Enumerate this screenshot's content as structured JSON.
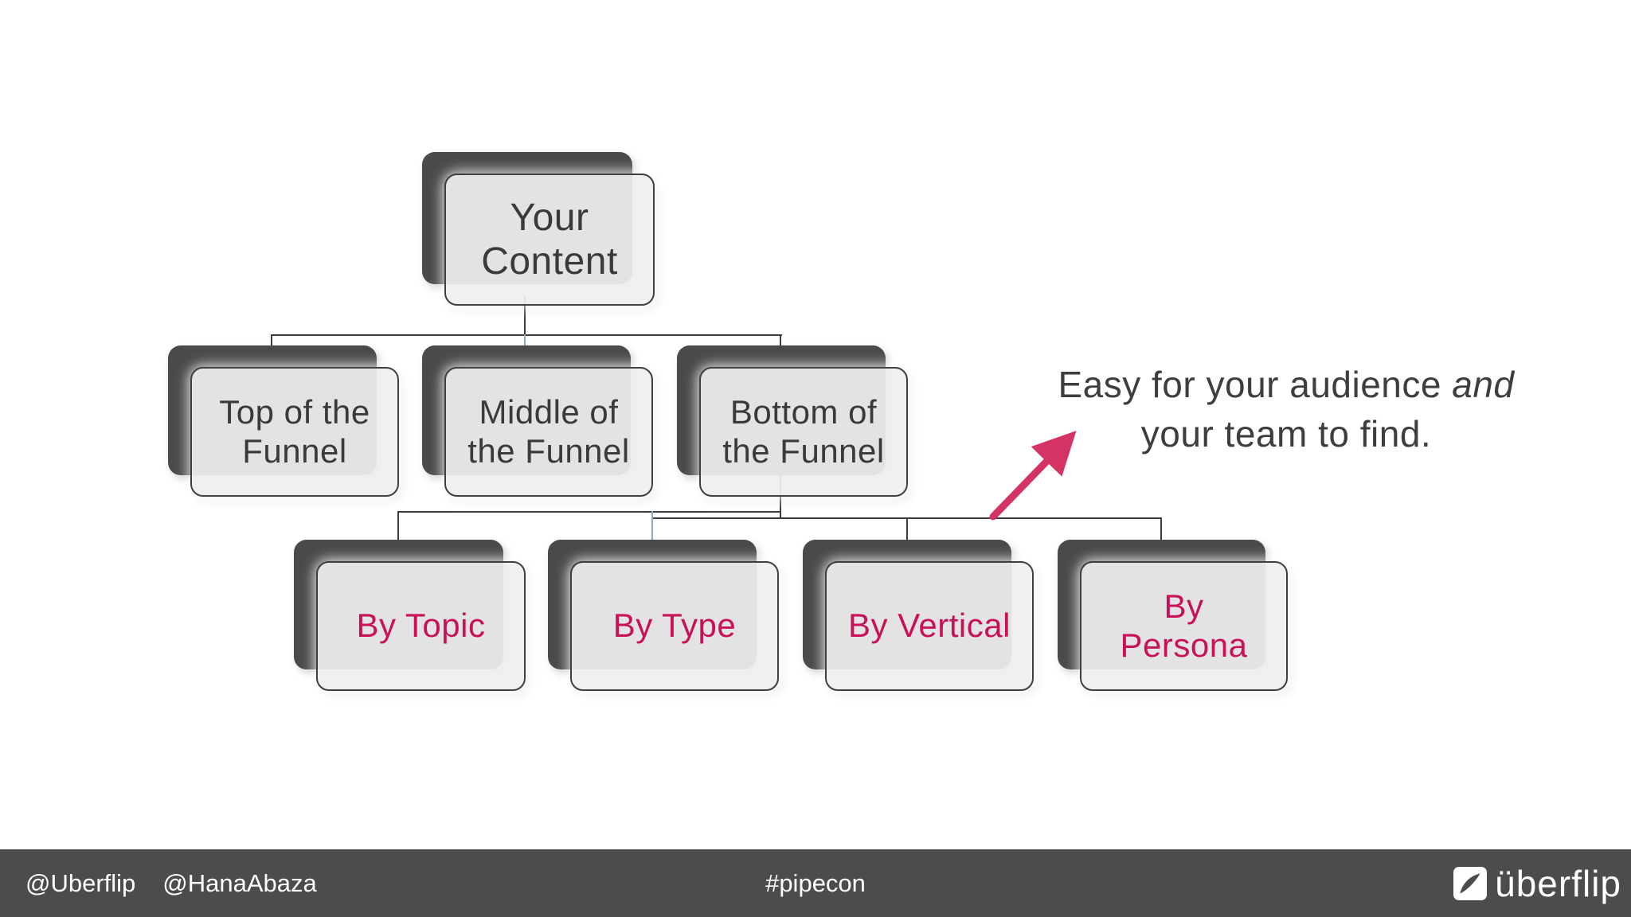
{
  "tree": {
    "root": {
      "label": "Your\nContent"
    },
    "level2": [
      {
        "label": "Top of the\nFunnel"
      },
      {
        "label": "Middle of\nthe Funnel"
      },
      {
        "label": "Bottom of\nthe Funnel"
      }
    ],
    "level3": [
      {
        "label": "By Topic"
      },
      {
        "label": "By Type"
      },
      {
        "label": "By Vertical"
      },
      {
        "label": "By\nPersona"
      }
    ]
  },
  "annotation": {
    "line1_regular": "Easy for your audience ",
    "line1_italic": "and",
    "line2": "your team to find."
  },
  "footer": {
    "handle1": "@Uberflip",
    "handle2": "@HanaAbaza",
    "hashtag": "#pipecon",
    "brand": "überflip"
  },
  "icons": {
    "arrow": "pink-up-right-arrow",
    "brand_mark": "uberflip-flipped-page-icon"
  },
  "colors": {
    "accent_pink": "#c9115a",
    "arrow_pink": "#d43364",
    "box_dark": "#4a4a4b",
    "footer_bg": "#4c4c4c",
    "text_dark": "#3a3a3a",
    "connector": "#3c3c3c",
    "connector_light": "#8fa9bf"
  }
}
